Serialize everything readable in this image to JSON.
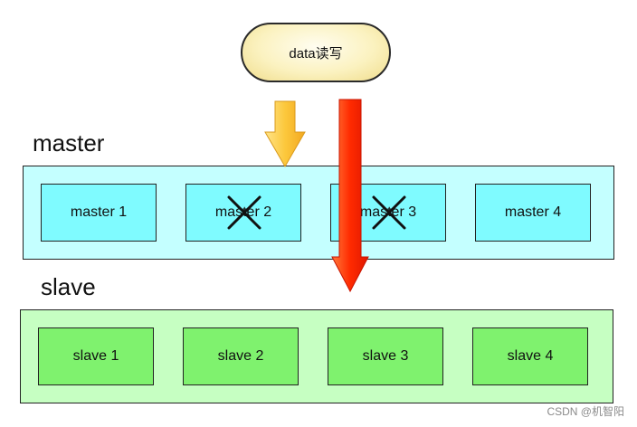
{
  "client": {
    "label": "data读写"
  },
  "master_group": {
    "title": "master",
    "nodes": [
      {
        "label": "master 1",
        "failed": false
      },
      {
        "label": "master 2",
        "failed": true
      },
      {
        "label": "master 3",
        "failed": true
      },
      {
        "label": "master 4",
        "failed": false
      }
    ]
  },
  "slave_group": {
    "title": "slave",
    "nodes": [
      {
        "label": "slave 1"
      },
      {
        "label": "slave 2"
      },
      {
        "label": "slave 3"
      },
      {
        "label": "slave 4"
      }
    ]
  },
  "watermark": "CSDN @机智阳",
  "colors": {
    "master_panel": "#c4ffff",
    "master_node": "#7ffbff",
    "slave_panel": "#c6ffc2",
    "slave_node": "#7ff26e",
    "client_fill": "#fbf2c0",
    "yellow_arrow": "#fcc83c",
    "red_arrow": "#ff2a00"
  }
}
